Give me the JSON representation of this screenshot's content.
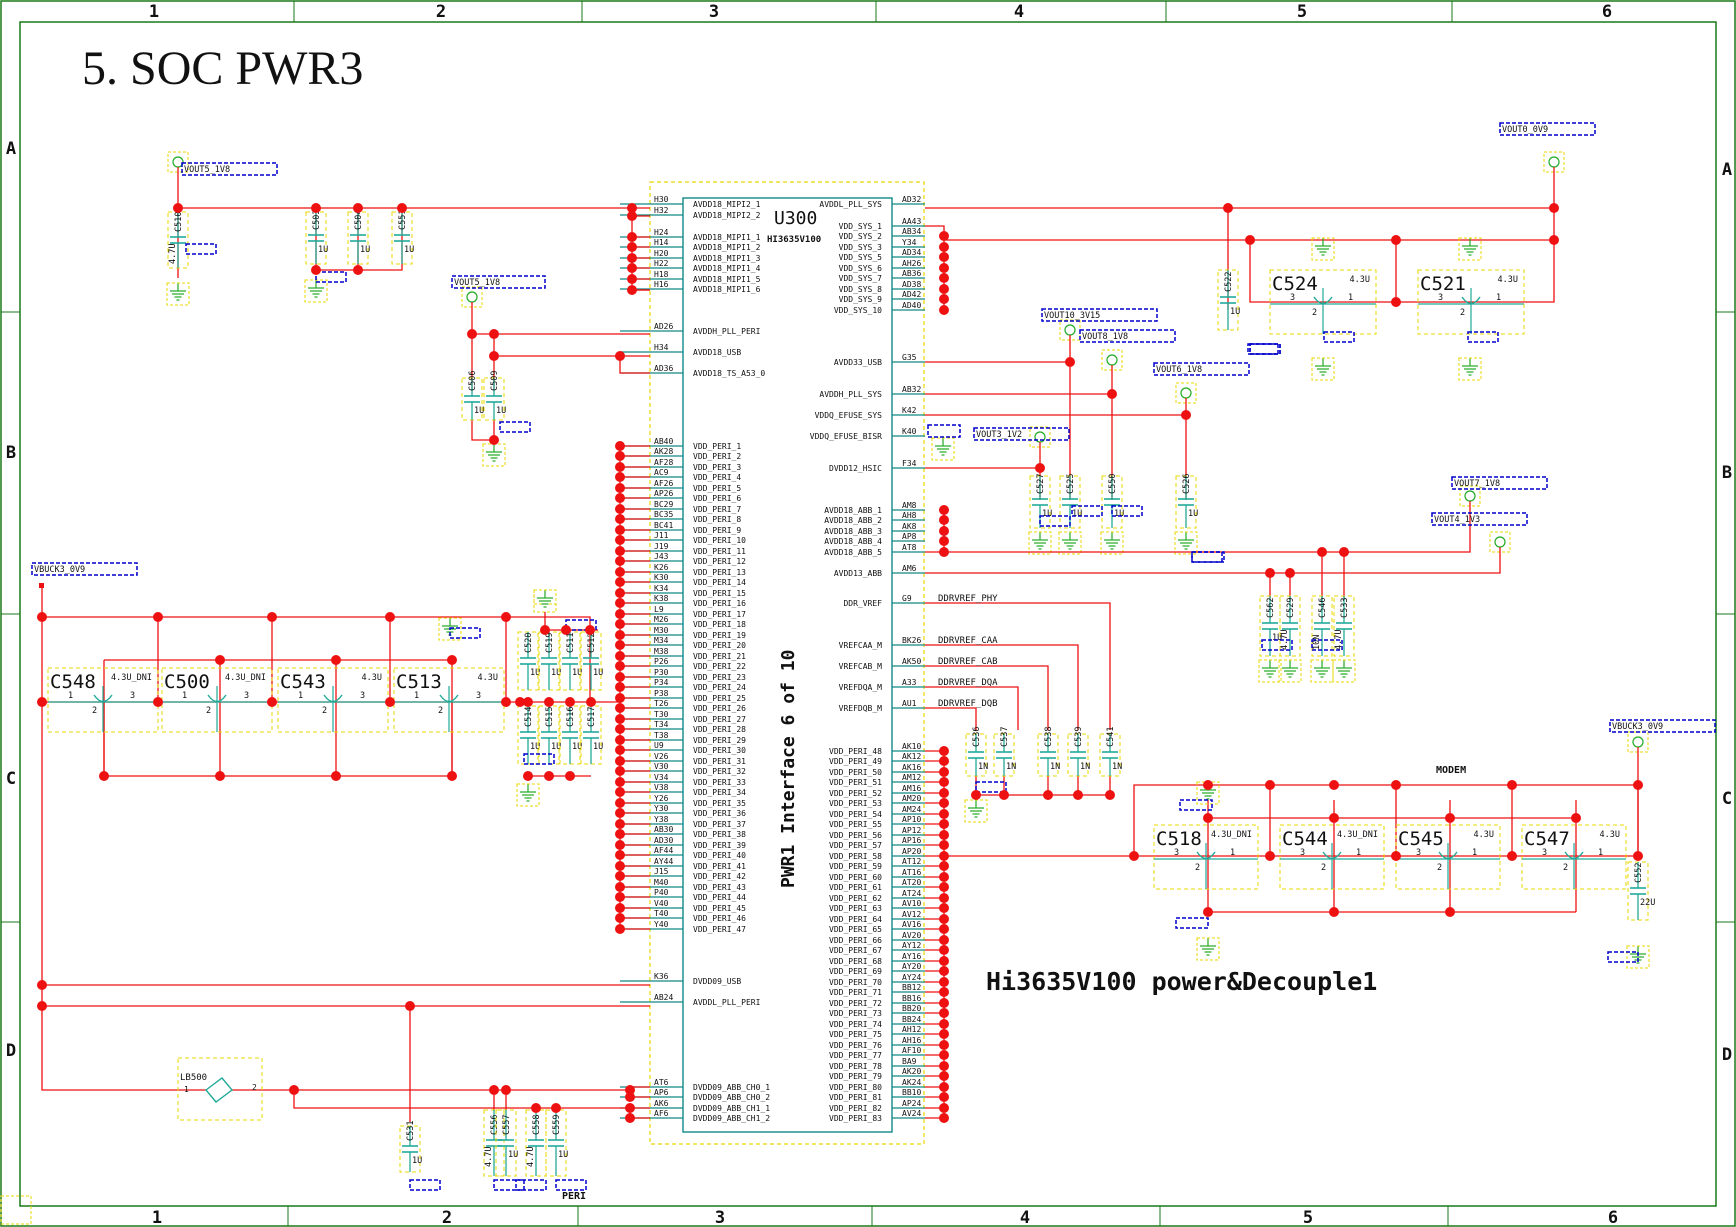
{
  "sheet": {
    "title": "5. SOC PWR3",
    "subtitle": "Hi3635V100 power&Decouple1",
    "section_label": "MODEM",
    "peri_label": "PERI",
    "col_labels": [
      "1",
      "2",
      "3",
      "4",
      "5",
      "6"
    ],
    "row_labels": [
      "A",
      "B",
      "C",
      "D"
    ]
  },
  "chip": {
    "refdes": "U300",
    "part": "HI3635V100",
    "title": "PWR1 Interface 6 of 10",
    "left_pins": [
      {
        "ball": "H30",
        "name": "AVDD18_MIPI2_1"
      },
      {
        "ball": "H32",
        "name": "AVDD18_MIPI2_2"
      },
      {
        "ball": "H24",
        "name": "AVDD18_MIPI1_1"
      },
      {
        "ball": "H14",
        "name": "AVDD18_MIPI1_2"
      },
      {
        "ball": "H20",
        "name": "AVDD18_MIPI1_3"
      },
      {
        "ball": "H22",
        "name": "AVDD18_MIPI1_4"
      },
      {
        "ball": "H18",
        "name": "AVDD18_MIPI1_5"
      },
      {
        "ball": "H16",
        "name": "AVDD18_MIPI1_6"
      },
      {
        "ball": "AD26",
        "name": "AVDDH_PLL_PERI"
      },
      {
        "ball": "H34",
        "name": "AVDD18_USB"
      },
      {
        "ball": "AD36",
        "name": "AVDD18_TS_A53_0"
      },
      {
        "ball": "AB40",
        "name": "VDD_PERI_1"
      },
      {
        "ball": "AK28",
        "name": "VDD_PERI_2"
      },
      {
        "ball": "AF28",
        "name": "VDD_PERI_3"
      },
      {
        "ball": "AC9",
        "name": "VDD_PERI_4"
      },
      {
        "ball": "AF26",
        "name": "VDD_PERI_5"
      },
      {
        "ball": "AP26",
        "name": "VDD_PERI_6"
      },
      {
        "ball": "BC29",
        "name": "VDD_PERI_7"
      },
      {
        "ball": "BC35",
        "name": "VDD_PERI_8"
      },
      {
        "ball": "BC41",
        "name": "VDD_PERI_9"
      },
      {
        "ball": "J11",
        "name": "VDD_PERI_10"
      },
      {
        "ball": "J19",
        "name": "VDD_PERI_11"
      },
      {
        "ball": "J43",
        "name": "VDD_PERI_12"
      },
      {
        "ball": "K26",
        "name": "VDD_PERI_13"
      },
      {
        "ball": "K30",
        "name": "VDD_PERI_14"
      },
      {
        "ball": "K34",
        "name": "VDD_PERI_15"
      },
      {
        "ball": "K38",
        "name": "VDD_PERI_16"
      },
      {
        "ball": "L9",
        "name": "VDD_PERI_17"
      },
      {
        "ball": "M26",
        "name": "VDD_PERI_18"
      },
      {
        "ball": "M30",
        "name": "VDD_PERI_19"
      },
      {
        "ball": "M34",
        "name": "VDD_PERI_20"
      },
      {
        "ball": "M38",
        "name": "VDD_PERI_21"
      },
      {
        "ball": "P26",
        "name": "VDD_PERI_22"
      },
      {
        "ball": "P30",
        "name": "VDD_PERI_23"
      },
      {
        "ball": "P34",
        "name": "VDD_PERI_24"
      },
      {
        "ball": "P38",
        "name": "VDD_PERI_25"
      },
      {
        "ball": "T26",
        "name": "VDD_PERI_26"
      },
      {
        "ball": "T30",
        "name": "VDD_PERI_27"
      },
      {
        "ball": "T34",
        "name": "VDD_PERI_28"
      },
      {
        "ball": "T38",
        "name": "VDD_PERI_29"
      },
      {
        "ball": "U9",
        "name": "VDD_PERI_30"
      },
      {
        "ball": "V26",
        "name": "VDD_PERI_31"
      },
      {
        "ball": "V30",
        "name": "VDD_PERI_32"
      },
      {
        "ball": "V34",
        "name": "VDD_PERI_33"
      },
      {
        "ball": "V38",
        "name": "VDD_PERI_34"
      },
      {
        "ball": "Y26",
        "name": "VDD_PERI_35"
      },
      {
        "ball": "Y30",
        "name": "VDD_PERI_36"
      },
      {
        "ball": "Y38",
        "name": "VDD_PERI_37"
      },
      {
        "ball": "AB30",
        "name": "VDD_PERI_38"
      },
      {
        "ball": "AD30",
        "name": "VDD_PERI_39"
      },
      {
        "ball": "AF44",
        "name": "VDD_PERI_40"
      },
      {
        "ball": "AY44",
        "name": "VDD_PERI_41"
      },
      {
        "ball": "J15",
        "name": "VDD_PERI_42"
      },
      {
        "ball": "M40",
        "name": "VDD_PERI_43"
      },
      {
        "ball": "P40",
        "name": "VDD_PERI_44"
      },
      {
        "ball": "V40",
        "name": "VDD_PERI_45"
      },
      {
        "ball": "T40",
        "name": "VDD_PERI_46"
      },
      {
        "ball": "Y40",
        "name": "VDD_PERI_47"
      },
      {
        "ball": "K36",
        "name": "DVDD09_USB"
      },
      {
        "ball": "AB24",
        "name": "AVDDL_PLL_PERI"
      },
      {
        "ball": "AT6",
        "name": "DVDD09_ABB_CH0_1"
      },
      {
        "ball": "AP6",
        "name": "DVDD09_ABB_CH0_2"
      },
      {
        "ball": "AK6",
        "name": "DVDD09_ABB_CH1_1"
      },
      {
        "ball": "AF6",
        "name": "DVDD09_ABB_CH1_2"
      }
    ],
    "right_pins": [
      {
        "ball": "AD32",
        "name": "AVDDL_PLL_SYS"
      },
      {
        "ball": "AA43",
        "name": "VDD_SYS_1"
      },
      {
        "ball": "AB34",
        "name": "VDD_SYS_2"
      },
      {
        "ball": "Y34",
        "name": "VDD_SYS_3"
      },
      {
        "ball": "AD34",
        "name": "VDD_SYS_5"
      },
      {
        "ball": "AH26",
        "name": "VDD_SYS_6"
      },
      {
        "ball": "AB36",
        "name": "VDD_SYS_7"
      },
      {
        "ball": "AD38",
        "name": "VDD_SYS_8"
      },
      {
        "ball": "AD42",
        "name": "VDD_SYS_9"
      },
      {
        "ball": "AD40",
        "name": "VDD_SYS_10"
      },
      {
        "ball": "G35",
        "name": "AVDD33_USB"
      },
      {
        "ball": "AB32",
        "name": "AVDDH_PLL_SYS"
      },
      {
        "ball": "K42",
        "name": "VDDQ_EFUSE_SYS"
      },
      {
        "ball": "K40",
        "name": "VDDQ_EFUSE_BISR"
      },
      {
        "ball": "F34",
        "name": "DVDD12_HSIC"
      },
      {
        "ball": "AM8",
        "name": "AVDD18_ABB_1"
      },
      {
        "ball": "AH8",
        "name": "AVDD18_ABB_2"
      },
      {
        "ball": "AK8",
        "name": "AVDD18_ABB_3"
      },
      {
        "ball": "AP8",
        "name": "AVDD18_ABB_4"
      },
      {
        "ball": "AT8",
        "name": "AVDD18_ABB_5"
      },
      {
        "ball": "AM6",
        "name": "AVDD13_ABB"
      },
      {
        "ball": "G9",
        "name": "DDR_VREF"
      },
      {
        "ball": "BK26",
        "name": "VREFCAA_M"
      },
      {
        "ball": "AK50",
        "name": "VREFCAB_M"
      },
      {
        "ball": "A33",
        "name": "VREFDQA_M"
      },
      {
        "ball": "AU1",
        "name": "VREFDQB_M"
      },
      {
        "ball": "AK10",
        "name": "VDD_PERI_48"
      },
      {
        "ball": "AK12",
        "name": "VDD_PERI_49"
      },
      {
        "ball": "AK16",
        "name": "VDD_PERI_50"
      },
      {
        "ball": "AM12",
        "name": "VDD_PERI_51"
      },
      {
        "ball": "AM16",
        "name": "VDD_PERI_52"
      },
      {
        "ball": "AM20",
        "name": "VDD_PERI_53"
      },
      {
        "ball": "AM24",
        "name": "VDD_PERI_54"
      },
      {
        "ball": "AP10",
        "name": "VDD_PERI_55"
      },
      {
        "ball": "AP12",
        "name": "VDD_PERI_56"
      },
      {
        "ball": "AP16",
        "name": "VDD_PERI_57"
      },
      {
        "ball": "AP20",
        "name": "VDD_PERI_58"
      },
      {
        "ball": "AT12",
        "name": "VDD_PERI_59"
      },
      {
        "ball": "AT16",
        "name": "VDD_PERI_60"
      },
      {
        "ball": "AT20",
        "name": "VDD_PERI_61"
      },
      {
        "ball": "AT24",
        "name": "VDD_PERI_62"
      },
      {
        "ball": "AV10",
        "name": "VDD_PERI_63"
      },
      {
        "ball": "AV12",
        "name": "VDD_PERI_64"
      },
      {
        "ball": "AV16",
        "name": "VDD_PERI_65"
      },
      {
        "ball": "AV20",
        "name": "VDD_PERI_66"
      },
      {
        "ball": "AY12",
        "name": "VDD_PERI_67"
      },
      {
        "ball": "AY16",
        "name": "VDD_PERI_68"
      },
      {
        "ball": "AY20",
        "name": "VDD_PERI_69"
      },
      {
        "ball": "AY24",
        "name": "VDD_PERI_70"
      },
      {
        "ball": "BB12",
        "name": "VDD_PERI_71"
      },
      {
        "ball": "BB16",
        "name": "VDD_PERI_72"
      },
      {
        "ball": "BB20",
        "name": "VDD_PERI_73"
      },
      {
        "ball": "BB24",
        "name": "VDD_PERI_74"
      },
      {
        "ball": "AH12",
        "name": "VDD_PERI_75"
      },
      {
        "ball": "AH16",
        "name": "VDD_PERI_76"
      },
      {
        "ball": "AF10",
        "name": "VDD_PERI_77"
      },
      {
        "ball": "BA9",
        "name": "VDD_PERI_78"
      },
      {
        "ball": "AK20",
        "name": "VDD_PERI_79"
      },
      {
        "ball": "AK24",
        "name": "VDD_PERI_80"
      },
      {
        "ball": "BB10",
        "name": "VDD_PERI_81"
      },
      {
        "ball": "AP24",
        "name": "VDD_PERI_82"
      },
      {
        "ball": "AV24",
        "name": "VDD_PERI_83"
      }
    ]
  },
  "nets": {
    "vout5_a": "VOUT5_1V8",
    "vout5_b": "VOUT5_1V8",
    "vout0": "VOUT0_0V9",
    "vout10": "VOUT10_3V15",
    "vout8": "VOUT8_1V8",
    "vout6": "VOUT6_1V8",
    "vout3": "VOUT3_1V2",
    "vout7": "VOUT7_1V8",
    "vout4": "VOUT4_1V3",
    "vbuck3_left": "VBUCK3_0V9",
    "vbuck3_right": "VBUCK3_0V9",
    "ddrvref_phy": "DDRVREF_PHY",
    "ddrvref_caa": "DDRVREF_CAA",
    "ddrvref_cab": "DDRVREF_CAB",
    "ddrvref_dqa": "DDRVREF_DQA",
    "ddrvref_dqb": "DDRVREF_DQB"
  },
  "components": {
    "caps_a": [
      {
        "ref": "C510",
        "val": "4.7U"
      },
      {
        "ref": "C503",
        "val": "1U"
      },
      {
        "ref": "C504",
        "val": "1U"
      },
      {
        "ref": "C551",
        "val": "1U"
      }
    ],
    "caps_usb": [
      {
        "ref": "C506",
        "val": "1U"
      },
      {
        "ref": "C509",
        "val": "1U"
      }
    ],
    "big_caps_left": [
      {
        "ref": "C548",
        "val": "4.3U_DNI"
      },
      {
        "ref": "C500",
        "val": "4.3U_DNI"
      },
      {
        "ref": "C543",
        "val": "4.3U"
      },
      {
        "ref": "C513",
        "val": "4.3U"
      }
    ],
    "small_caps_mid_top": [
      {
        "ref": "C520",
        "val": "1U"
      },
      {
        "ref": "C519",
        "val": "1U"
      },
      {
        "ref": "C511",
        "val": "1U"
      },
      {
        "ref": "C512",
        "val": "1U"
      }
    ],
    "small_caps_mid_bot": [
      {
        "ref": "C514",
        "val": "1U"
      },
      {
        "ref": "C515",
        "val": "1U"
      },
      {
        "ref": "C516",
        "val": "1U"
      },
      {
        "ref": "C517",
        "val": "1U"
      }
    ],
    "big_caps_top_right": [
      {
        "ref": "C524",
        "val": "4.3U"
      },
      {
        "ref": "C521",
        "val": "4.3U"
      }
    ],
    "c522": {
      "ref": "C522",
      "val": "1U"
    },
    "caps_b_mid": [
      {
        "ref": "C527",
        "val": "1U"
      },
      {
        "ref": "C525",
        "val": "1U"
      },
      {
        "ref": "C550",
        "val": "1U"
      },
      {
        "ref": "C526",
        "val": "1U"
      }
    ],
    "caps_abb": [
      {
        "ref": "C562",
        "val": "1U"
      },
      {
        "ref": "C529",
        "val": "4.7U"
      },
      {
        "ref": "C546",
        "val": "10N"
      },
      {
        "ref": "C533",
        "val": "4.7U"
      }
    ],
    "caps_vref": [
      {
        "ref": "C536",
        "val": "1N"
      },
      {
        "ref": "C537",
        "val": "1N"
      },
      {
        "ref": "C538",
        "val": "1N"
      },
      {
        "ref": "C539",
        "val": "1N"
      },
      {
        "ref": "C541",
        "val": "1N"
      }
    ],
    "big_caps_modem": [
      {
        "ref": "C518",
        "val": "4.3U_DNI"
      },
      {
        "ref": "C544",
        "val": "4.3U_DNI"
      },
      {
        "ref": "C545",
        "val": "4.3U"
      },
      {
        "ref": "C547",
        "val": "4.3U"
      }
    ],
    "c552": {
      "ref": "C552",
      "val": "22U"
    },
    "bead": {
      "ref": "LB500"
    },
    "c531": {
      "ref": "C531",
      "val": "1U"
    },
    "caps_bottom": [
      {
        "ref": "C556",
        "val": "4.7U"
      },
      {
        "ref": "C557",
        "val": "1U"
      },
      {
        "ref": "C558",
        "val": "4.7U"
      },
      {
        "ref": "C559",
        "val": "1U"
      }
    ]
  },
  "colors": {
    "frame": "#1a7a1a",
    "wire": "#ee1111",
    "pin_line": "#118888",
    "cap_body": "#22aa99",
    "dash_outline": "#e8d800",
    "netlabel_box": "#0000cc",
    "ground": "#22aa22",
    "text": "#111111"
  }
}
